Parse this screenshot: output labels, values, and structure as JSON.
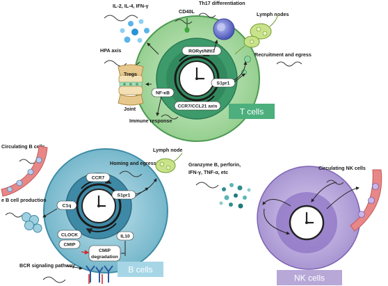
{
  "diagram": {
    "t_cells": {
      "box_label": "T cells",
      "cytokines": "IL-2,  IL-4,  IFN-γ",
      "cd40l": "CD40L",
      "th17": "Th17 differentiation",
      "lymph_nodes": "Lymph nodes",
      "hpa_axis": "HPA axis",
      "tregs": "Tregs",
      "joint": "Joint",
      "immune_response": "Immune response",
      "recruitment": "Recruitment and egress",
      "pills": {
        "rorgt": "RORγt/Nfil3",
        "s1pr1": "S1pr1",
        "nfkb": "NF-κB",
        "ccr7": "CCR7/CCL21 axis"
      },
      "colors": {
        "outer": "#9fd49a",
        "inner": "#2e8b5c",
        "box": "#4caf7d"
      }
    },
    "b_cells": {
      "box_label": "B cells",
      "circulating": "Circulating B cells",
      "production": "e B cell production",
      "homing": "Homing and egress",
      "lymph_node": "Lymph node",
      "bcr": "BCR signaling pathway",
      "pills": {
        "ccr7": "CCR7",
        "s1pr1": "S1pr1",
        "c1q": "C1q",
        "clock": "CLOCK",
        "cmip": "CMIP",
        "il10": "IL10",
        "cmip_deg_1": "CMIP",
        "cmip_deg_2": "degradation"
      },
      "colors": {
        "outer": "#7dbdd0",
        "inner": "#3a7f9a",
        "box": "#9fd0e0"
      }
    },
    "nk_cells": {
      "box_label": "NK cells",
      "granzyme_1": "Granzyme B, perforin,",
      "granzyme_2": "IFN-γ, TNF-α, etc",
      "circulating": "Circulating NK cells",
      "colors": {
        "outer": "#b9a6d9",
        "inner": "#8a6fbf",
        "box": "#b7a8d8"
      }
    }
  }
}
